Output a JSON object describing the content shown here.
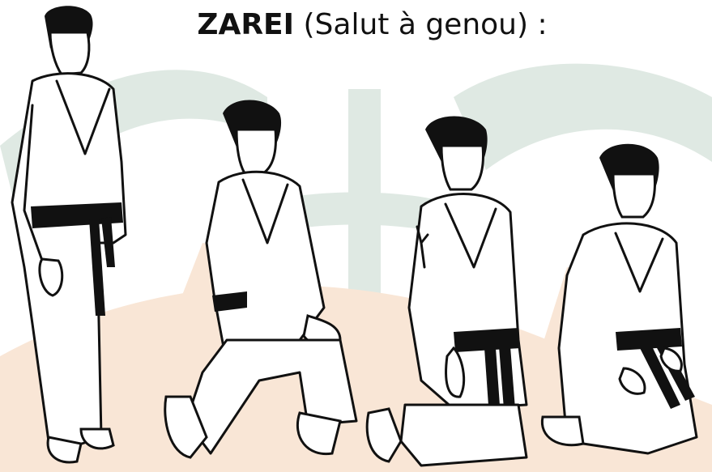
{
  "title": {
    "bold": "ZAREI",
    "rest": " (Salut à genou) :"
  },
  "colors": {
    "watermark_green": "#dfe9e3",
    "watermark_orange": "#f9e6d6",
    "ink": "#111111"
  },
  "figures": [
    {
      "pose": "standing"
    },
    {
      "pose": "left-knee-down"
    },
    {
      "pose": "both-knees-down-toes-tucked"
    },
    {
      "pose": "seiza-kneeling"
    }
  ]
}
